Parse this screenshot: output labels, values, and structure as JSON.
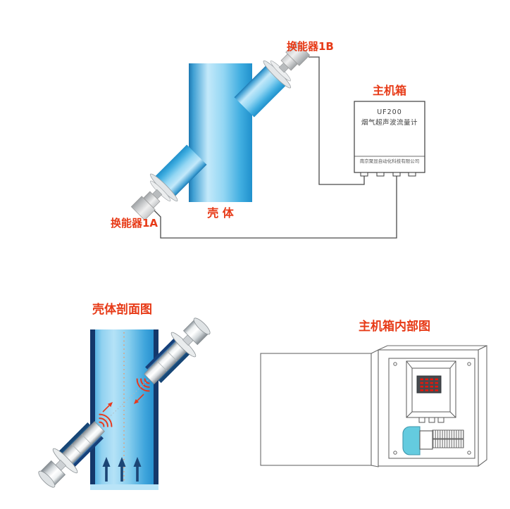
{
  "top_diagram": {
    "transducer_b_label": "换能器1B",
    "transducer_a_label": "换能器1A",
    "shell_label": "壳 体",
    "main_box_label": "主机箱",
    "main_box": {
      "model": "UF200",
      "product_name": "烟气超声波流量计",
      "company": "南京聚显自动化科技有限公司"
    }
  },
  "sections": {
    "shell_section_title": "壳体剖面图",
    "main_box_internal_title": "主机箱内部图"
  },
  "colors": {
    "label_red": "#e73a17",
    "wave_red": "#e8391d",
    "pipe_highlight_blue": "#c3e9fa",
    "pipe_mid_blue": "#2f9fd9",
    "section_wall_navy": "#14386b",
    "flow_arrow_navy": "#1b4575",
    "centerline_orange": "#f0935f",
    "led_red": "#e8150a",
    "power_module_cyan": "#64cbdf",
    "wire_gray": "#4a4a4a"
  }
}
